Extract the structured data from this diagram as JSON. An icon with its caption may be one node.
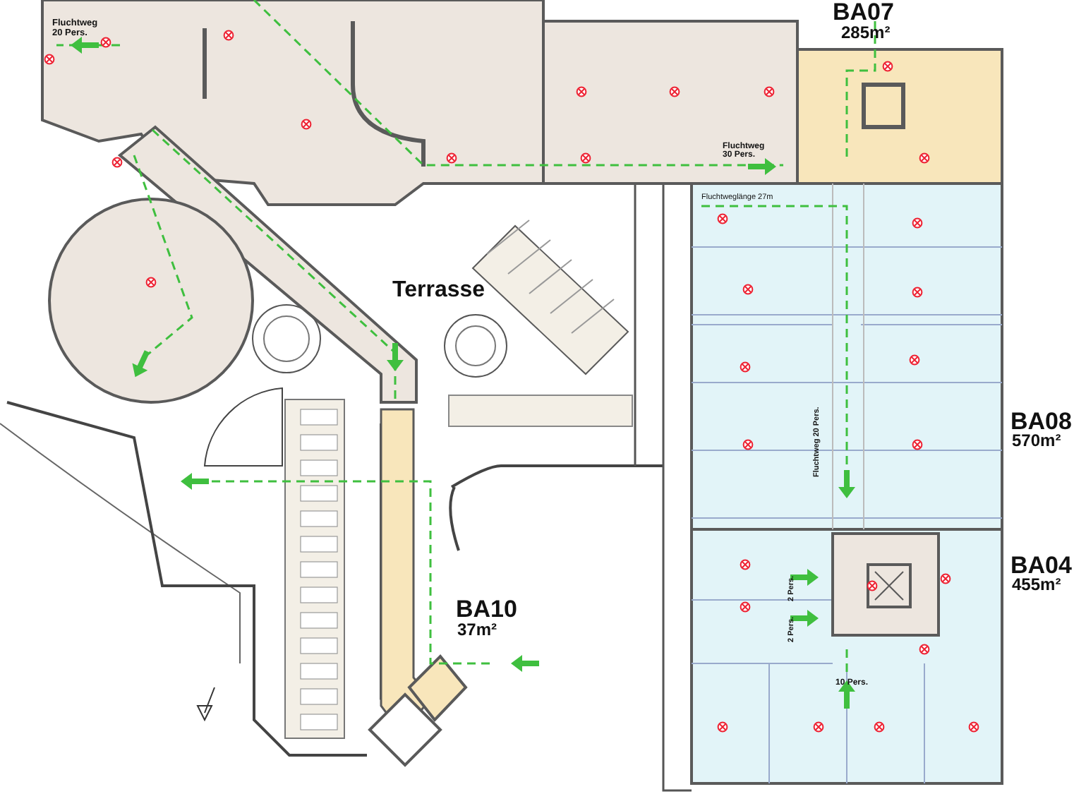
{
  "diagram": {
    "labels": [
      "BA07",
      "285m²",
      "Fluchtweg 20 Pers.",
      "Fluchtweg 30 Pers.",
      "Fluchtweglänge 27m",
      "Terrasse",
      "BA08",
      "570m²",
      "Fluchtweg 20 Pers.",
      "BA04",
      "455m²",
      "2 Pers.",
      "BA10",
      "37m²",
      "2 Pers.",
      "10 Pers."
    ]
  }
}
